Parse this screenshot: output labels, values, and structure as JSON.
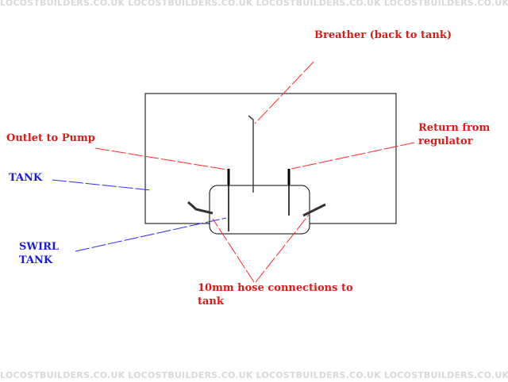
{
  "watermark": "LOCOSTBUILDERS.CO.UK   LOCOSTBUILDERS.CO.UK   LOCOSTBUILDERS.CO.UK   LOCOSTBUILDERS.CO.UK   LOCOSTBUILDERS.CO.UK   LOCOSTBUILDERS.CO.UK",
  "labels": {
    "breather": "Breather (back to tank)",
    "outlet": "Outlet to Pump",
    "return_line1": "Return from",
    "return_line2": "regulator",
    "tank": "TANK",
    "swirl_line1": "SWIRL",
    "swirl_line2": "TANK",
    "hose_line1": "10mm hose connections to",
    "hose_line2": "tank"
  },
  "colors": {
    "red_label": "#e01818",
    "blue_label": "#1b1be0",
    "outline": "#000000",
    "red_leader": "#ff2a2a",
    "blue_leader": "#2a2aff",
    "watermark": "#d8d8d8"
  }
}
